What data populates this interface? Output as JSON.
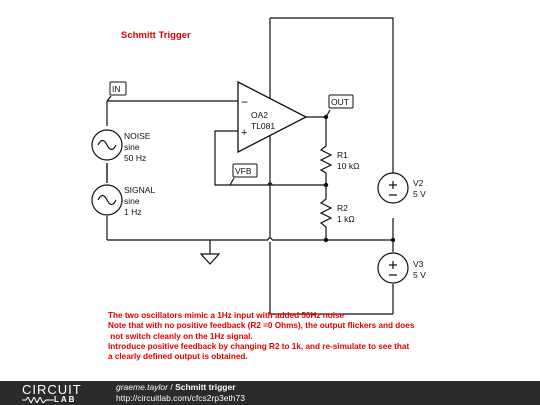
{
  "title": "Schmitt Trigger",
  "opamp": {
    "name": "OA2",
    "model": "TL081",
    "minus": "−",
    "plus": "+"
  },
  "labels": {
    "in": "IN",
    "out": "OUT",
    "vfb": "VFB"
  },
  "noise_source": {
    "name": "NOISE",
    "type": "sine",
    "freq": "50 Hz"
  },
  "signal_source": {
    "name": "SIGNAL",
    "type": "sine",
    "freq": "1 Hz"
  },
  "r1": {
    "name": "R1",
    "value": "10 kΩ"
  },
  "r2": {
    "name": "R2",
    "value": "1 kΩ"
  },
  "v2": {
    "name": "V2",
    "value": "5 V"
  },
  "v3": {
    "name": "V3",
    "value": "5 V"
  },
  "notes": [
    "The two oscillators mimic a 1Hz input with added 50Hz noise",
    "Note that with no positive feedback (R2 =0 Ohms), the output flickers and does",
    " not switch cleanly on the 1Hz signal.",
    "Introduce positive feedback by changing R2 to 1k, and re-simulate to see that",
    "a clearly defined output is obtained."
  ],
  "footer": {
    "logo_top": "CIRCUIT",
    "logo_bottom": "LAB",
    "author": "graeme.taylor",
    "separator": " / ",
    "project": "Schmitt trigger",
    "url": "http://circuitlab.com/cfcs2rp3eth73"
  }
}
